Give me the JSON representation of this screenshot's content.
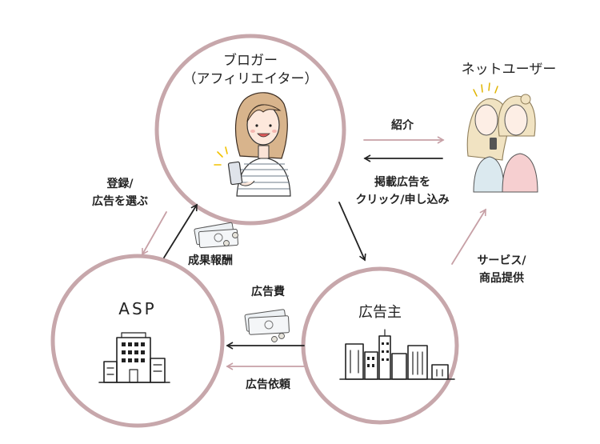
{
  "nodes": {
    "blogger": {
      "line1": "ブロガー",
      "line2": "（アフィリエイター）"
    },
    "net_user": {
      "label": "ネットユーザー"
    },
    "asp": {
      "label": "ASP"
    },
    "advertiser": {
      "label": "広告主"
    }
  },
  "edges": {
    "introduce": "紹介",
    "click_apply": {
      "line1": "掲載広告を",
      "line2": "クリック/申し込み"
    },
    "register": {
      "line1": "登録/",
      "line2": "広告を選ぶ"
    },
    "reward": "成果報酬",
    "service": {
      "line1": "サービス/",
      "line2": "商品提供"
    },
    "ad_fee": "広告費",
    "ad_request": "広告依頼"
  },
  "colors": {
    "circle_stroke": "#c7a7ab",
    "pink_arrow": "#c7a0a6",
    "black_arrow": "#222222"
  }
}
